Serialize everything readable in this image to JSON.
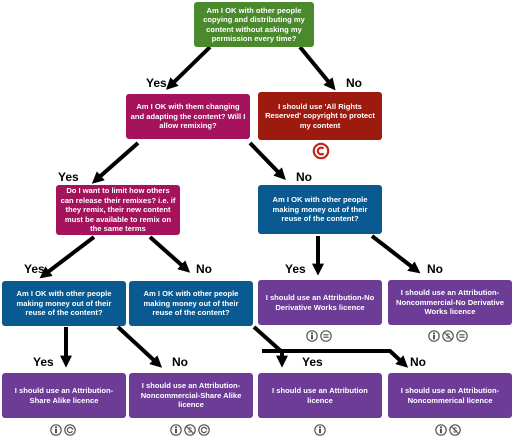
{
  "colors": {
    "question_green": "#4a8a2d",
    "question_magenta": "#a5135d",
    "question_blue": "#0a5a92",
    "answer_red": "#9c1a0e",
    "answer_purple": "#6d3c97",
    "copyright_red": "#c0271c",
    "icon_gray": "#555555",
    "arrow": "#000000"
  },
  "labels": {
    "yes": "Yes",
    "no": "No"
  },
  "nodes": {
    "q_copying": "Am I OK with other people copying and distributing my content without asking my permission every time?",
    "a_all_rights": "I should use 'All Rights Reserved' copyright to protect  my content",
    "q_adapting": "Am I OK with them changing and adapting the content? Will I allow remixing?",
    "q_limit": "Do I want to limit how others can release their remixes? i.e. if they remix, their new content must be available to remix on the same terms",
    "q_money_nd": "Am I OK with other people making money out of their reuse of the content?",
    "q_money_sa": "Am I OK with other people making money out of their reuse of the content?",
    "q_money_by": "Am I OK with other people making money out of their reuse of the content?",
    "a_by_nd": "I should use an Attribution-No Derivative Works licence",
    "a_by_nc_nd": "I should use an Attribution-Noncommercial-No Derivative Works licence",
    "a_by_sa": "I should use an Attribution-Share Alike licence",
    "a_by_nc_sa": "I should use an Attribution-Noncommercial-Share Alike licence",
    "a_by": "I should use an Attribution licence",
    "a_by_nc": "I should use an Attribution-Noncommerical licence"
  },
  "icons": {
    "copyright": "copyright-symbol",
    "by_nd": [
      "attribution-icon",
      "no-derivatives-icon"
    ],
    "by_nc_nd": [
      "attribution-icon",
      "noncommercial-icon",
      "no-derivatives-icon"
    ],
    "by_sa": [
      "attribution-icon",
      "share-alike-icon"
    ],
    "by_nc_sa": [
      "attribution-icon",
      "noncommercial-icon",
      "share-alike-icon"
    ],
    "by": [
      "attribution-icon"
    ],
    "by_nc": [
      "attribution-icon",
      "noncommercial-icon"
    ]
  }
}
